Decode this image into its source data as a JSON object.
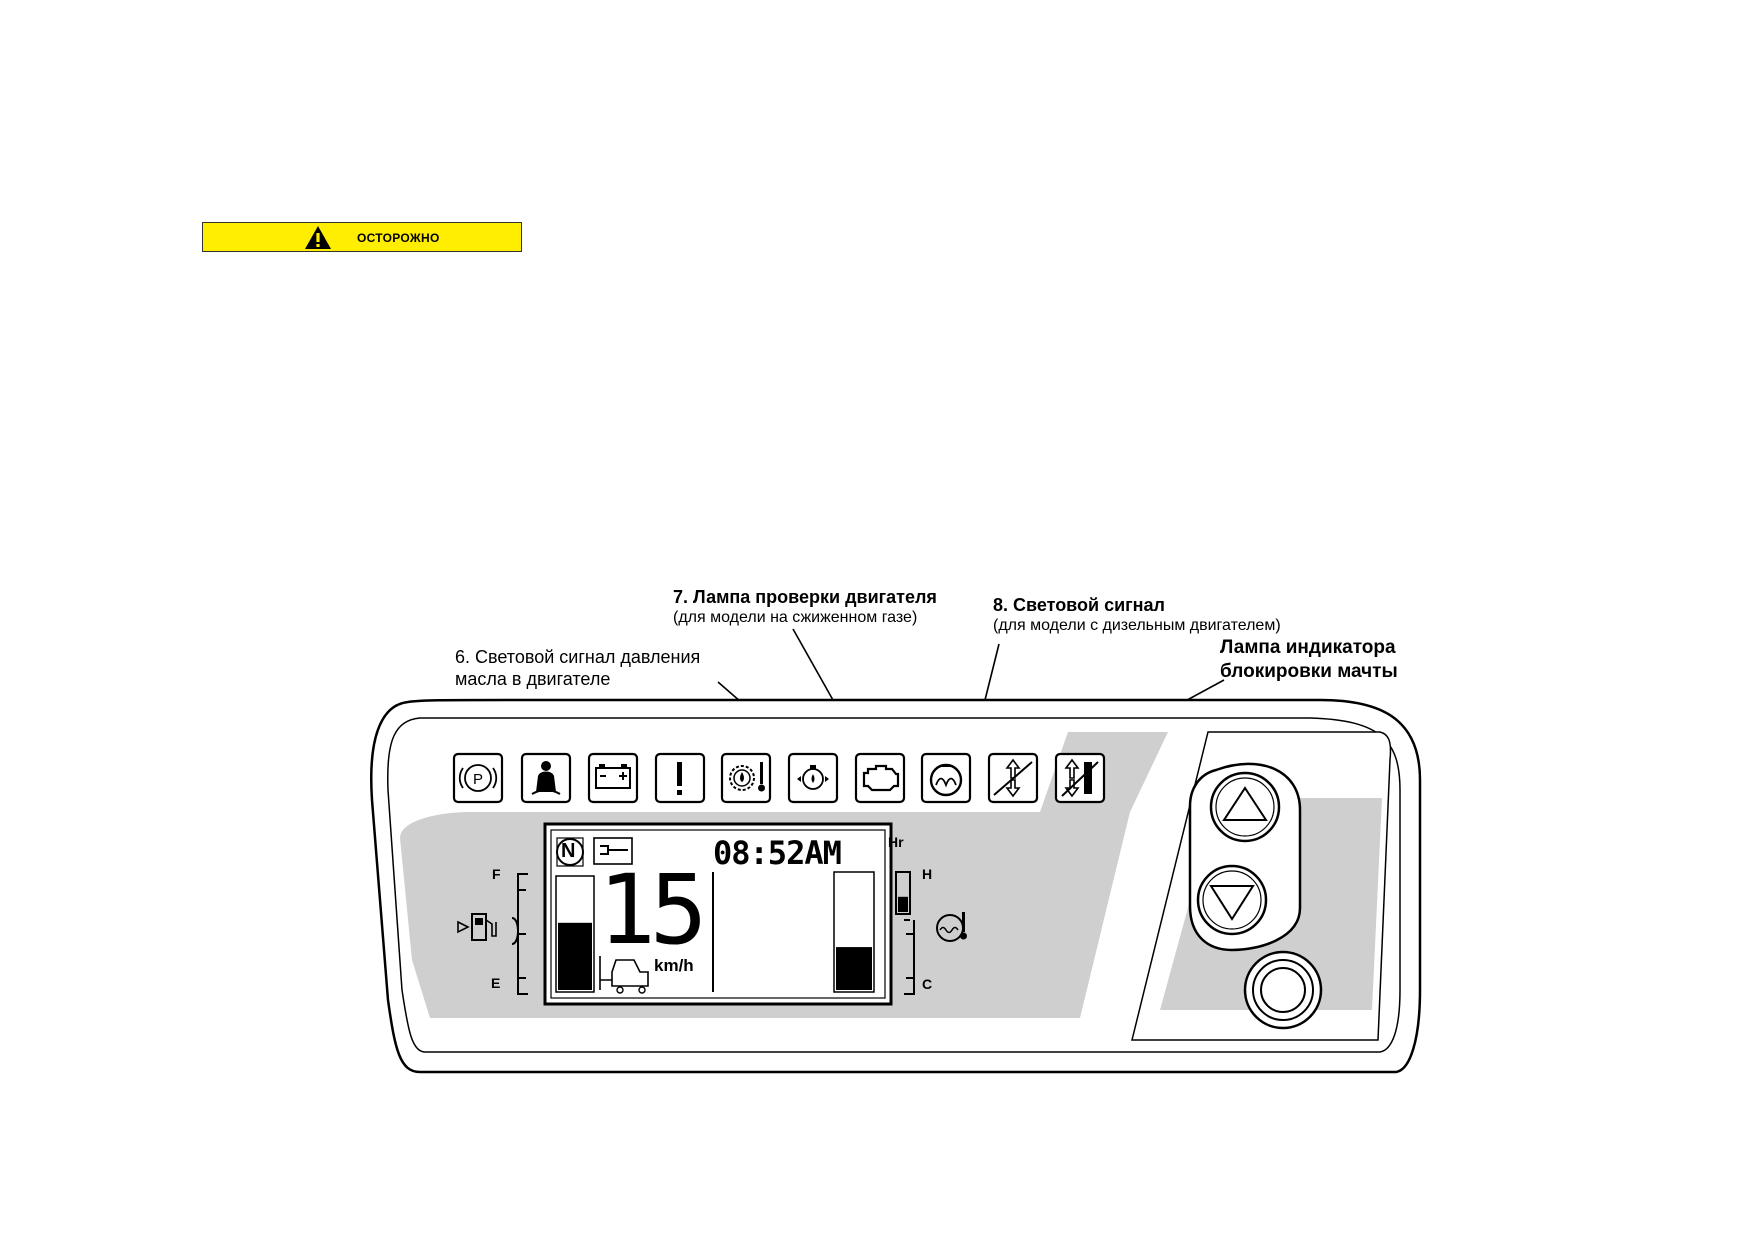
{
  "caution": {
    "label": "ОСТОРОЖНО"
  },
  "callouts": {
    "oil_pressure": {
      "line1": "6. Световой сигнал давления",
      "line2": "масла в двигателе"
    },
    "check_engine": {
      "line1": "7. Лампа проверки двигателя",
      "line2": "(для модели на сжиженном газе)"
    },
    "glow_plug": {
      "line1": "8. Световой сигнал",
      "line2": "(для модели с дизельным двигателем)"
    },
    "mast_lock": {
      "line1": "Лампа индикатора",
      "line2": "блокировки мачты"
    }
  },
  "warning_lamps": [
    {
      "name": "parking-brake-icon",
      "symbol": "(P)"
    },
    {
      "name": "seat-belt-icon"
    },
    {
      "name": "battery-icon"
    },
    {
      "name": "general-warning-icon",
      "symbol": "!"
    },
    {
      "name": "transmission-oil-temp-icon"
    },
    {
      "name": "engine-oil-pressure-icon"
    },
    {
      "name": "check-engine-icon"
    },
    {
      "name": "glow-plug-icon"
    },
    {
      "name": "mast-tilt-icon"
    },
    {
      "name": "mast-lock-icon"
    }
  ],
  "display": {
    "gear": "N",
    "clock": "08:52AM",
    "hour_unit": "Hr",
    "speed": "15",
    "speed_unit": "km/h",
    "fuel_level": 0.6,
    "right_bar_level": 0.37,
    "temp_level": 0.4
  },
  "fuel_gauge": {
    "full_label": "F",
    "empty_label": "E"
  },
  "temp_gauge": {
    "hot_label": "H",
    "cold_label": "C"
  },
  "buttons": [
    {
      "name": "up-arrow-button"
    },
    {
      "name": "down-arrow-button"
    },
    {
      "name": "round-select-button"
    }
  ]
}
